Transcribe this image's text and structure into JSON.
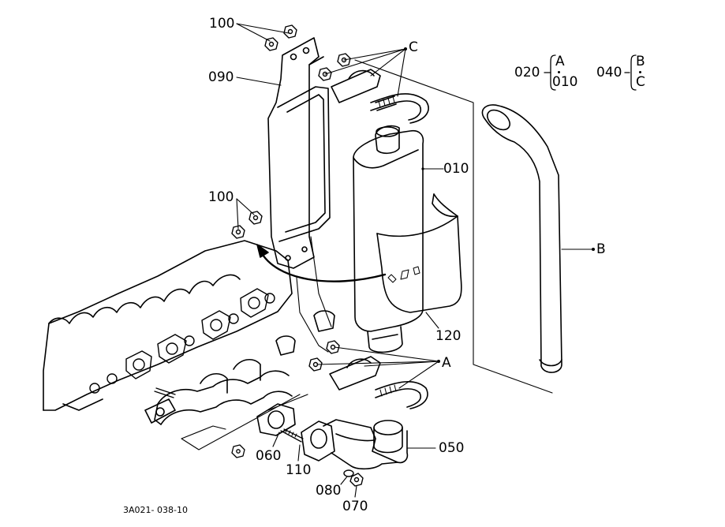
{
  "diagram": {
    "callouts": {
      "nuts_top": "100",
      "cover_plate": "090",
      "nuts_mid": "100",
      "muffler": "010",
      "heat_shield": "120",
      "tail_pipe_ref": "B",
      "bracket_top_ref": "C",
      "bracket_bottom_ref": "A",
      "flange_pipe": "050",
      "gasket": "060",
      "stud": "110",
      "washer": "080",
      "nut": "070"
    },
    "legend": {
      "group1_code": "020",
      "group1_top": "A",
      "group1_bottom": "010",
      "group2_code": "040",
      "group2_top": "B",
      "group2_bottom": "C"
    },
    "drawing_number": "3A021- 038-10"
  }
}
